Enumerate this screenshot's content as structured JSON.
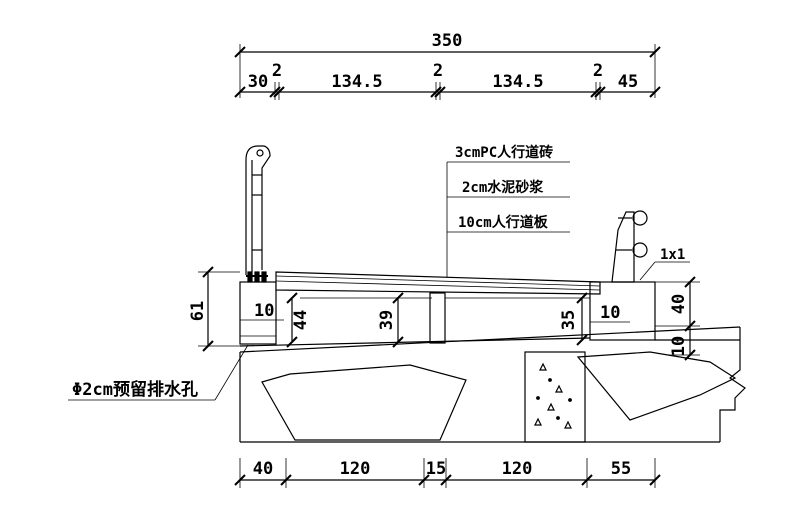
{
  "top_dimensions": {
    "total": "350",
    "segments": [
      "30",
      "2",
      "134.5",
      "2",
      "134.5",
      "2",
      "45"
    ]
  },
  "bottom_dimensions": {
    "segments": [
      "40",
      "120",
      "15",
      "120",
      "55"
    ]
  },
  "layer_labels": [
    "3cmPC人行道砖",
    "2cm水泥砂浆",
    "10cm人行道板"
  ],
  "vertical_dimensions": {
    "left_total": "61",
    "left_inner": "10",
    "left_post": "44",
    "middle": "39",
    "right_post": "35",
    "right_inner": "10",
    "right_upper": "40",
    "right_lower": "10"
  },
  "slope_label": "1x1",
  "drain_label": "Φ2cm预留排水孔"
}
